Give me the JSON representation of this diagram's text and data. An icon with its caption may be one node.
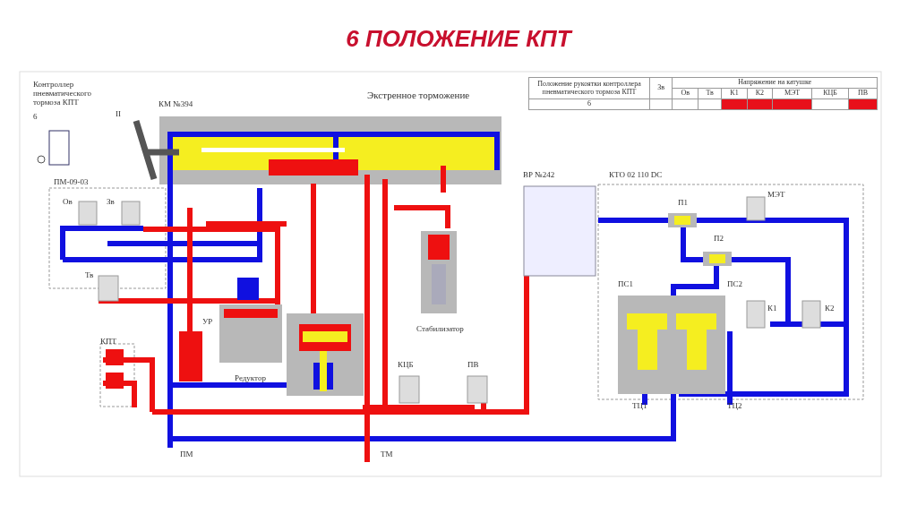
{
  "diagram": {
    "title": "6 ПОЛОЖЕНИЕ КПТ",
    "labels": [
      "Контроллер пневматического тормоза КПТ",
      "КМ №394",
      "Экстренное торможение",
      "Положение рукоятки контроллера пневматического тормоза КПТ",
      "Зв",
      "Напряжение на катушке",
      "Ов",
      "Тв",
      "К1",
      "К2",
      "МЭТ",
      "КЦБ",
      "ПВ",
      "6",
      "6",
      "II",
      "ПМ-09-03",
      "Ов",
      "Зв",
      "ВР №242",
      "КТО 02 110 DC",
      "П1",
      "МЭТ",
      "Тв",
      "П2",
      "ПС1",
      "ПС2",
      "К1",
      "К2",
      "УР",
      "Стабилизатор",
      "КПТ",
      "Редуктор",
      "КЦБ",
      "ПВ",
      "ТЦ1",
      "ТЦ2",
      "ПМ",
      "ТМ"
    ]
  }
}
